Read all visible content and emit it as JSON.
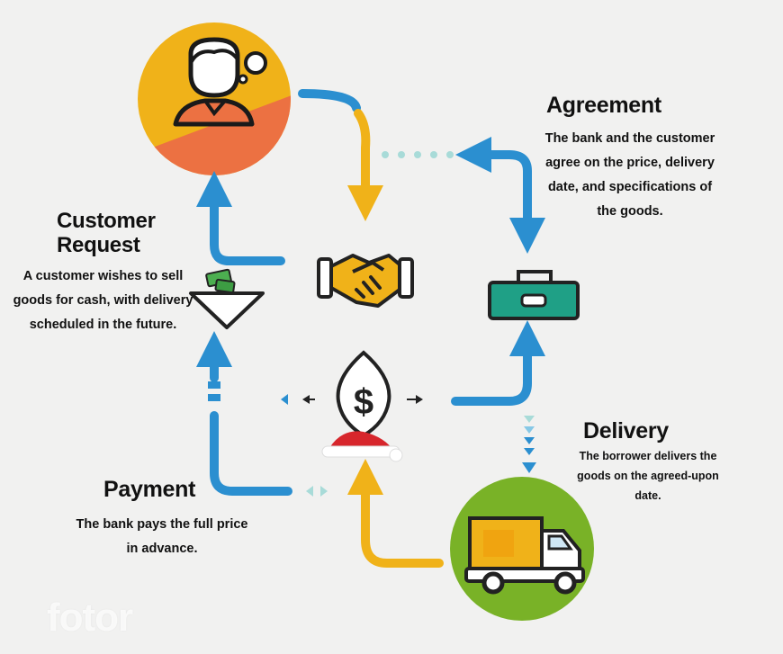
{
  "steps": {
    "customer_request": {
      "title": "Customer Request",
      "description": "A customer wishes to sell goods for cash, with delivery scheduled in the future."
    },
    "agreement": {
      "title": "Agreement",
      "description": "The bank and the customer agree on the price, delivery date, and specifications of the goods."
    },
    "delivery": {
      "title": "Delivery",
      "description": "The borrower delivers the goods on the agreed-upon date."
    },
    "payment": {
      "title": "Payment",
      "description": "The bank pays the full price in advance."
    }
  },
  "icons": {
    "customer": "person-thinking-icon",
    "handshake": "handshake-icon",
    "goods": "toolbox-icon",
    "money": "dollar-seed-icon",
    "truck": "delivery-truck-icon",
    "cash_funnel": "cash-funnel-icon",
    "santa_hat": "santa-hat-icon"
  },
  "colors": {
    "blue": "#2b8fd0",
    "gold": "#f0b219",
    "orange": "#ec7142",
    "green": "#79b227",
    "teal": "#1fa086"
  },
  "watermark": "fotor"
}
